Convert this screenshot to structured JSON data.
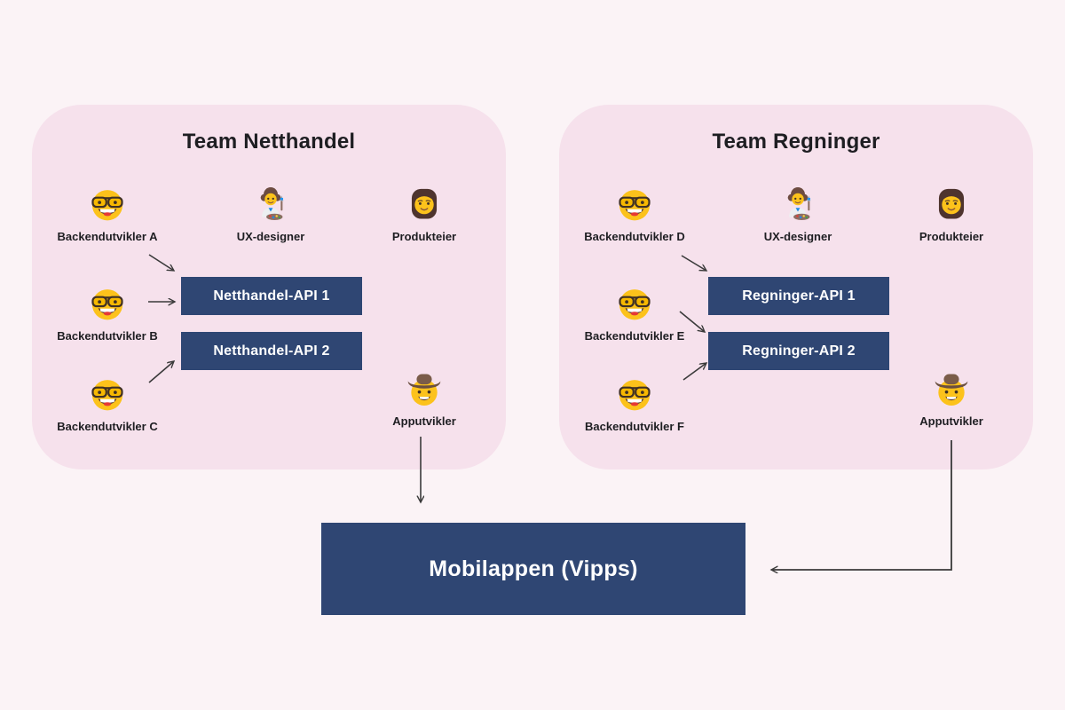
{
  "page": {
    "background_color": "#fbf3f6",
    "panel_color": "#f6e1ec",
    "box_color": "#2f4673",
    "box_text_color": "#ffffff",
    "text_color": "#1e1e22",
    "arrow_color": "#3a3a3a"
  },
  "teams": [
    {
      "title": "Team Netthandel",
      "members": [
        {
          "icon": "nerd-face-icon",
          "label": "Backendutvikler A"
        },
        {
          "icon": "artist-icon",
          "label": "UX-designer"
        },
        {
          "icon": "woman-icon",
          "label": "Produkteier"
        },
        {
          "icon": "nerd-face-icon",
          "label": "Backendutvikler B"
        },
        {
          "icon": "nerd-face-icon",
          "label": "Backendutvikler C"
        },
        {
          "icon": "cowboy-icon",
          "label": "Apputvikler"
        }
      ],
      "apis": [
        {
          "label": "Netthandel-API 1"
        },
        {
          "label": "Netthandel-API 2"
        }
      ]
    },
    {
      "title": "Team Regninger",
      "members": [
        {
          "icon": "nerd-face-icon",
          "label": "Backendutvikler D"
        },
        {
          "icon": "artist-icon",
          "label": "UX-designer"
        },
        {
          "icon": "woman-icon",
          "label": "Produkteier"
        },
        {
          "icon": "nerd-face-icon",
          "label": "Backendutvikler E"
        },
        {
          "icon": "nerd-face-icon",
          "label": "Backendutvikler F"
        },
        {
          "icon": "cowboy-icon",
          "label": "Apputvikler"
        }
      ],
      "apis": [
        {
          "label": "Regninger-API 1"
        },
        {
          "label": "Regninger-API 2"
        }
      ]
    }
  ],
  "app_box": {
    "label": "Mobilappen (Vipps)"
  }
}
